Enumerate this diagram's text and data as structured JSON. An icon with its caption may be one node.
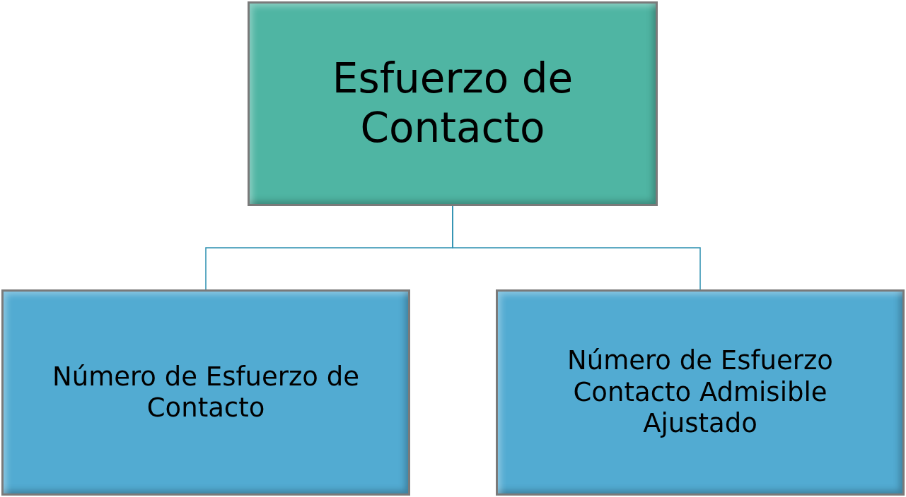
{
  "diagram": {
    "nodes": [
      {
        "text": [
          "Esfuerzo de Contacto"
        ]
      },
      {
        "text": [
          "Número de Esfuerzo de Contacto"
        ]
      },
      {
        "text": [
          "Número de Esfuerzo Contacto Admisible Ajustado"
        ]
      }
    ],
    "edges": [
      {
        "from": 0,
        "to": 1,
        "arrow": "none"
      },
      {
        "from": 0,
        "to": 2,
        "arrow": "none"
      }
    ]
  }
}
